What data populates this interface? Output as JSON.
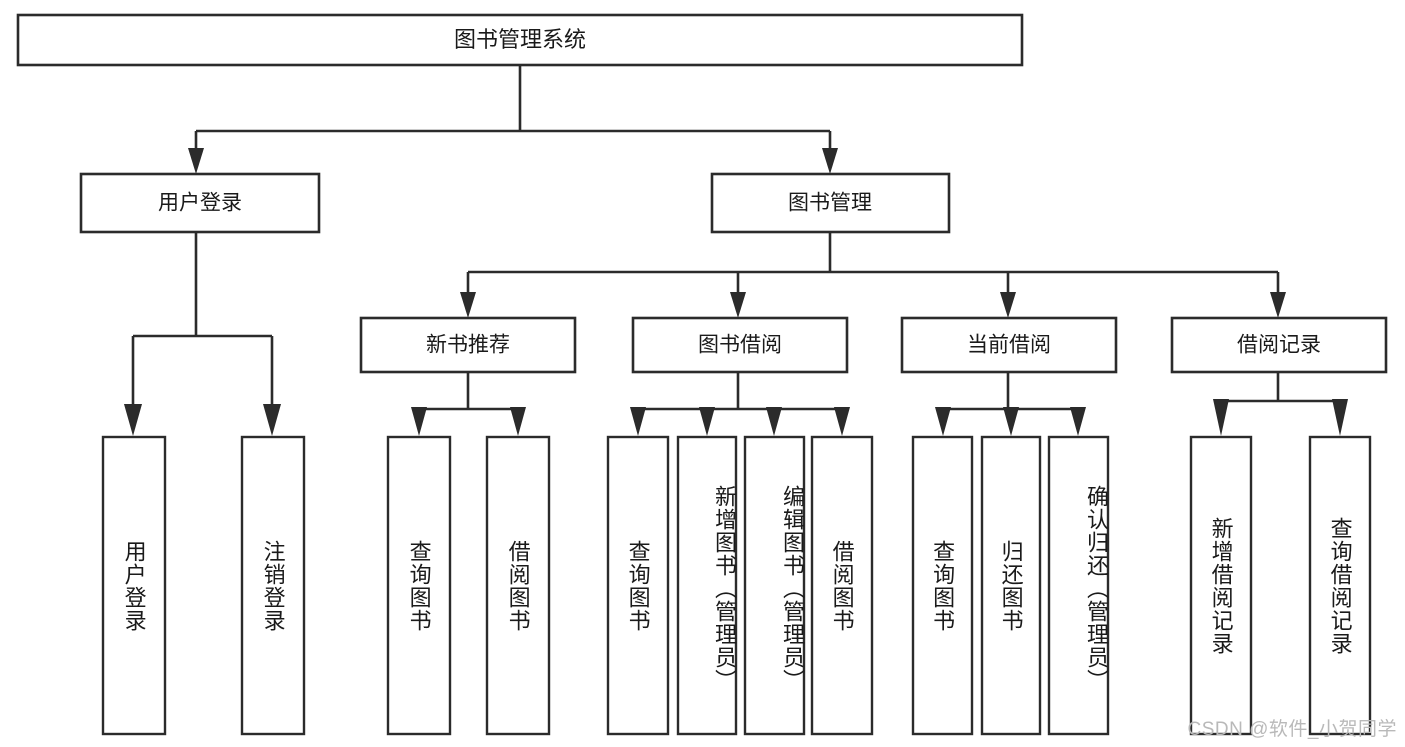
{
  "diagram": {
    "type": "hierarchy-tree",
    "title_node": {
      "id": "root",
      "label": "图书管理系统"
    },
    "level1": [
      {
        "id": "user-login",
        "label": "用户登录"
      },
      {
        "id": "book-manage",
        "label": "图书管理"
      }
    ],
    "level2": [
      {
        "id": "new-book-recommend",
        "label": "新书推荐",
        "parent": "book-manage"
      },
      {
        "id": "book-borrow",
        "label": "图书借阅",
        "parent": "book-manage"
      },
      {
        "id": "current-borrow",
        "label": "当前借阅",
        "parent": "book-manage"
      },
      {
        "id": "borrow-record",
        "label": "借阅记录",
        "parent": "book-manage"
      }
    ],
    "leaves": [
      {
        "id": "leaf-user-login",
        "label": "用户登录",
        "parent": "user-login"
      },
      {
        "id": "leaf-logout-login",
        "label": "注销登录",
        "parent": "user-login"
      },
      {
        "id": "leaf-query-book-1",
        "label": "查询图书",
        "parent": "new-book-recommend"
      },
      {
        "id": "leaf-borrow-book-1",
        "label": "借阅图书",
        "parent": "new-book-recommend"
      },
      {
        "id": "leaf-query-book-2",
        "label": "查询图书",
        "parent": "book-borrow"
      },
      {
        "id": "leaf-add-book",
        "label": "新增图书（管理员）",
        "parent": "book-borrow"
      },
      {
        "id": "leaf-edit-book",
        "label": "编辑图书（管理员）",
        "parent": "book-borrow"
      },
      {
        "id": "leaf-borrow-book-2",
        "label": "借阅图书",
        "parent": "book-borrow"
      },
      {
        "id": "leaf-query-book-3",
        "label": "查询图书",
        "parent": "current-borrow"
      },
      {
        "id": "leaf-return-book",
        "label": "归还图书",
        "parent": "current-borrow"
      },
      {
        "id": "leaf-confirm-return",
        "label": "确认归还（管理员）",
        "parent": "current-borrow"
      },
      {
        "id": "leaf-add-borrow-record",
        "label": "新增借阅记录",
        "parent": "borrow-record"
      },
      {
        "id": "leaf-query-borrow-record",
        "label": "查询借阅记录",
        "parent": "borrow-record"
      }
    ],
    "colors": {
      "stroke": "#2b2b2b",
      "fill": "#ffffff",
      "text": "#1a1a1a",
      "background": "#ffffff",
      "watermark": "#b9b9b9"
    }
  },
  "watermark": {
    "text": "CSDN @软件_小贺同学"
  }
}
